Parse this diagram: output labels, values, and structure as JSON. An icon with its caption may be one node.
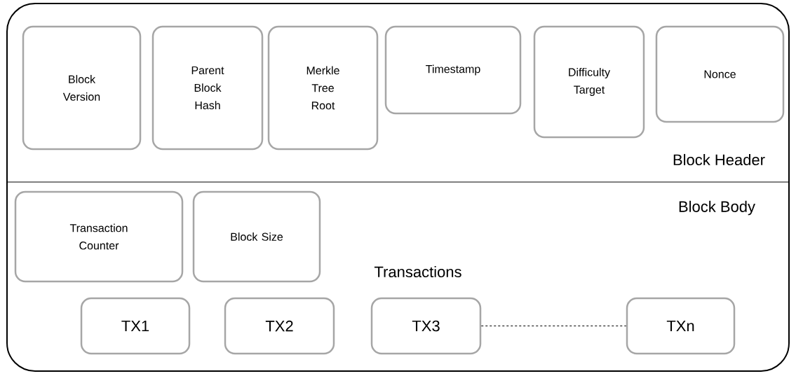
{
  "diagram": {
    "nodes": [
      {
        "text": [
          "Block Header"
        ]
      },
      {
        "text": [
          "Block Version"
        ],
        "in": 0
      },
      {
        "text": [
          "Parent Block Hash"
        ],
        "in": 0
      },
      {
        "text": [
          "Merkle Tree Root"
        ],
        "in": 0
      },
      {
        "text": [
          "Timestamp"
        ],
        "in": 0
      },
      {
        "text": [
          "Difficulty Target"
        ],
        "in": 0
      },
      {
        "text": [
          "Nonce"
        ],
        "in": 0
      },
      {
        "text": [
          "Block Body"
        ]
      },
      {
        "text": [
          "Transaction Counter"
        ],
        "in": 7
      },
      {
        "text": [
          "Block Size"
        ],
        "in": 7
      },
      {
        "text": [
          "TX1"
        ],
        "in": 7
      },
      {
        "text": [
          "TX2"
        ],
        "in": 7
      },
      {
        "text": [
          "TX3"
        ],
        "in": 7
      },
      {
        "text": [
          "TXn"
        ],
        "in": 7
      }
    ],
    "edges": [
      {
        "from": 12,
        "to": 13,
        "arrow": "none",
        "style": "dashed"
      }
    ],
    "labels": [
      "Transactions"
    ]
  }
}
